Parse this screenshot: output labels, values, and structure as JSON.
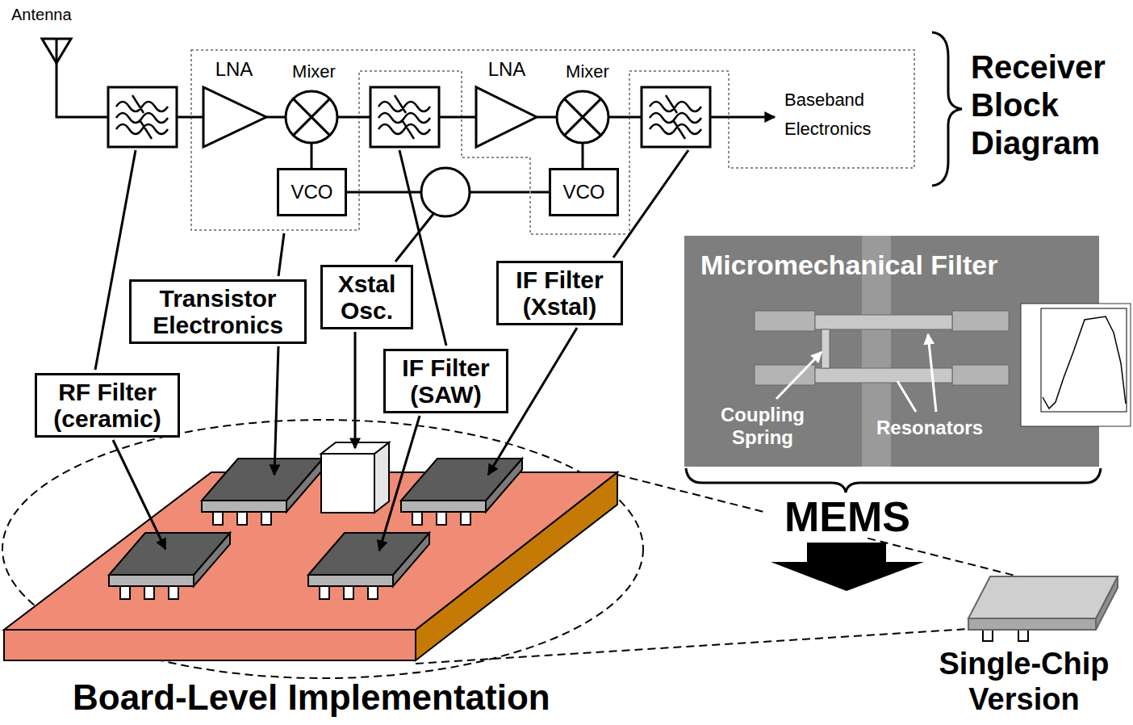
{
  "diagram": {
    "nodes": [
      {
        "text": [
          "VCO"
        ]
      },
      {
        "text": [
          "VCO"
        ]
      },
      {
        "text": [
          "Transistor Electronics"
        ]
      },
      {
        "text": [
          "Xstal Osc."
        ]
      },
      {
        "text": [
          "IF Filter (Xstal)"
        ]
      },
      {
        "text": [
          "IF Filter (SAW)"
        ]
      },
      {
        "text": [
          "RF Filter (ceramic)"
        ]
      },
      {
        "text": [
          "Micromechanical Filter"
        ]
      }
    ],
    "edges": [
      {
        "from": 0,
        "to": 1,
        "arrow": "none"
      }
    ],
    "labels": [
      "Antenna",
      "LNA",
      "Mixer",
      "LNA",
      "Mixer",
      "Baseband Electronics",
      "Receiver Block Diagram",
      "Coupling Spring",
      "Resonators",
      "MEMS",
      "Board-Level Implementation",
      "Single-Chip Version"
    ]
  }
}
